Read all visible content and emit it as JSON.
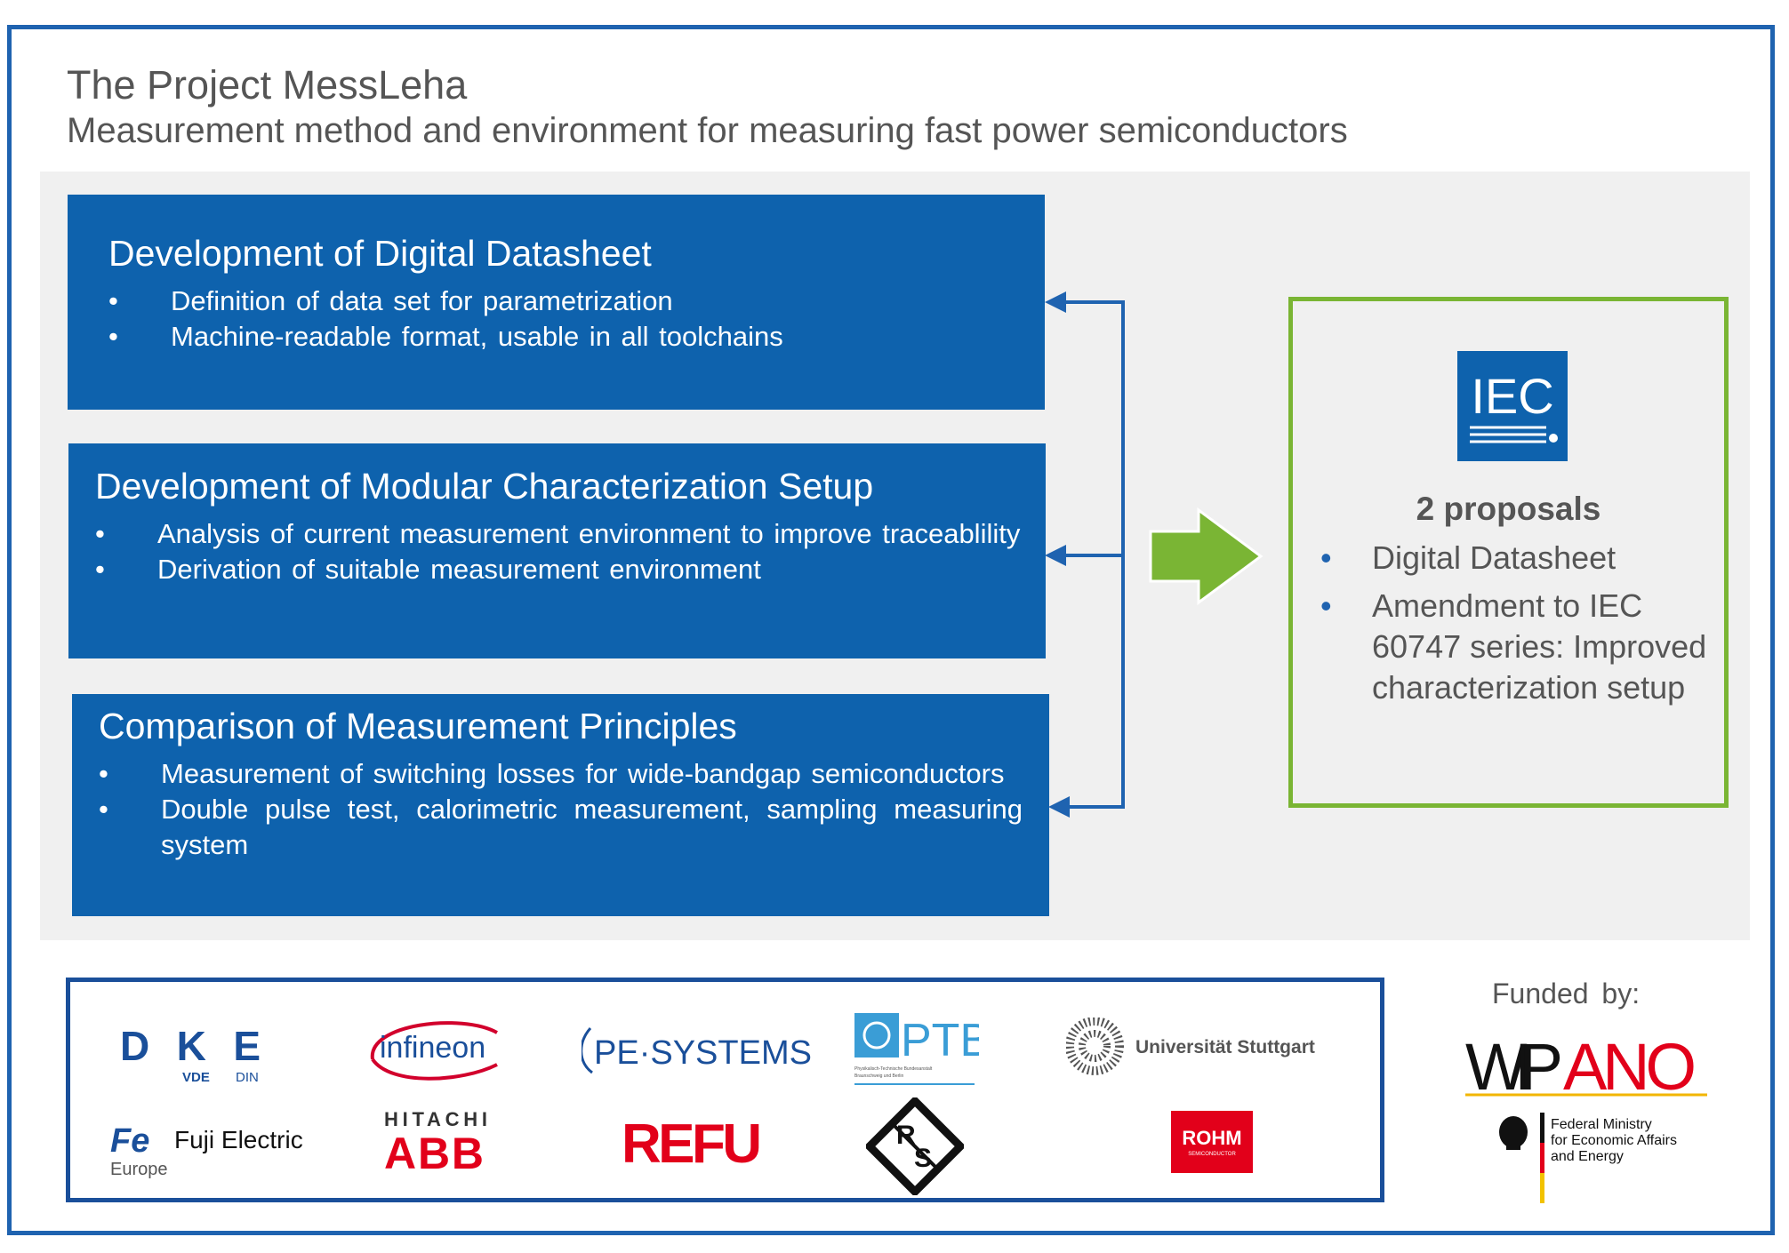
{
  "header": {
    "title": "The Project MessLeha",
    "subtitle": "Measurement method and environment for measuring fast power semiconductors"
  },
  "workpackages": [
    {
      "title": "Development of Digital Datasheet",
      "bullets": [
        "Definition of data set for parametrization",
        "Machine-readable format, usable in all toolchains"
      ]
    },
    {
      "title": "Development of Modular Characterization Setup",
      "bullets": [
        "Analysis of current measurement environment to improve traceablility",
        "Derivation of suitable measurement environment"
      ]
    },
    {
      "title": "Comparison of Measurement Principles",
      "bullets": [
        "Measurement of switching losses for wide-bandgap semiconductors",
        "Double pulse test, calorimetric measurement, sampling measuring system"
      ]
    }
  ],
  "bullet_char": "•",
  "result": {
    "logo_text": "IEC",
    "heading": "2 proposals",
    "items": [
      "Digital Datasheet",
      "Amendment to IEC 60747 series: Improved characterization setup"
    ]
  },
  "partners": {
    "dke": {
      "main": "DKE",
      "sub1": "VDE",
      "sub2": "DIN"
    },
    "infineon": "infineon",
    "pesystems": "PE·SYSTEMS",
    "ptb": {
      "main": "PTB",
      "small1": "Physikalisch-Technische Bundesanstalt",
      "small2": "Braunschweig und Berlin"
    },
    "stuttgart": "Universität Stuttgart",
    "fuji": {
      "fe": "Fe",
      "main": "Fuji Electric",
      "sub": "Europe"
    },
    "hitachi": {
      "top": "HITACHI",
      "abb": "ABB"
    },
    "refu": "REFU",
    "rs": {
      "r": "R",
      "s": "S"
    },
    "rohm": {
      "main": "ROHM",
      "sub": "SEMICONDUCTOR"
    }
  },
  "funding": {
    "label": "Funded by:",
    "program": {
      "p1": "WIP",
      "p2": "ANO"
    },
    "ministry": [
      "Federal Ministry",
      "for Economic Affairs",
      "and Energy"
    ]
  },
  "colors": {
    "blue": "#0e62ad",
    "frame_blue": "#1f63b0",
    "green": "#7ab534",
    "panel_grey": "#f0f0f0",
    "text_grey": "#555555"
  }
}
